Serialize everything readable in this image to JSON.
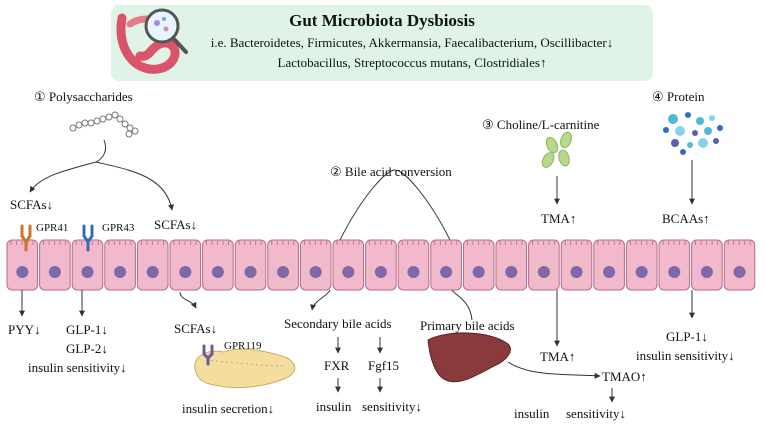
{
  "banner": {
    "title": "Gut Microbiota Dysbiosis",
    "line1": "i.e. Bacteroidetes, Firmicutes, Akkermansia, Faecalibacterium, Oscillibacter↓",
    "line2": "Lactobacillus, Streptococcus mutans, Clostridiales↑"
  },
  "section1": {
    "heading": "① Polysaccharides",
    "scfa_left": "SCFAs↓",
    "scfa_right": "SCFAs↓",
    "gpr41": "GPR41",
    "gpr43": "GPR43",
    "pyy": "PYY↓",
    "glp1": "GLP-1↓",
    "glp2": "GLP-2↓",
    "insulin_sensitivity": "insulin sensitivity↓",
    "scfa_pancreas": "SCFAs↓",
    "gpr119": "GPR119",
    "insulin_secretion": "insulin secretion↓"
  },
  "section2": {
    "heading": "② Bile acid conversion",
    "secondary": "Secondary bile acids",
    "primary": "Primary bile acids",
    "fxr": "FXR",
    "fgf15": "Fgf15",
    "insulin": "insulin",
    "sensitivity": "sensitivity↓"
  },
  "section3": {
    "heading": "③ Choline/L-carnitine",
    "tma_top": "TMA↑",
    "tma_liver": "TMA↑",
    "tmao": "TMAO↑",
    "insulin": "insulin",
    "sensitivity": "sensitivity↓"
  },
  "section4": {
    "heading": "④ Protein",
    "bcaas": "BCAAs↑",
    "glp1": "GLP-1↓",
    "insulin_sensitivity": "insulin sensitivity↓"
  },
  "colors": {
    "banner_bg": "#dff3e6",
    "cell_fill": "#f2b8cc",
    "cell_stroke": "#b46b86",
    "nucleus": "#7b6aa6",
    "liver": "#8a3a3a",
    "pancreas": "#f3dea0",
    "gpr41": "#c8762e",
    "gpr43": "#3a6db5",
    "gpr119": "#6b59a3",
    "choline": "#b7d98a",
    "protein": "#4fb9d9"
  },
  "icons": [
    "intestine-magnifier-icon",
    "polysaccharide-chain-icon",
    "choline-pills-icon",
    "protein-particles-icon",
    "liver-icon",
    "pancreas-icon",
    "receptor-icon"
  ]
}
